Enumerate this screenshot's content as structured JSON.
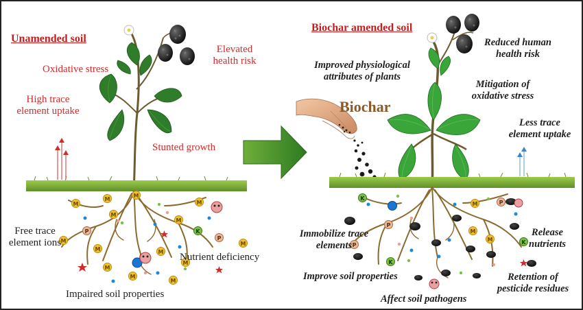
{
  "left_panel": {
    "title": "Unamended soil",
    "oxidative": "Oxidative stress",
    "health_1": "Elevated",
    "health_2": "health risk",
    "uptake_1": "High trace",
    "uptake_2": "element  uptake",
    "stunted": "Stunted growth",
    "free_ions_1": "Free trace",
    "free_ions_2": "element ions",
    "nutrient": "Nutrient deficiency",
    "impaired": "Impaired soil properties"
  },
  "right_panel": {
    "title": "Biochar amended soil",
    "biochar": "Biochar",
    "physio_1": "Improved physiological",
    "physio_2": "attributes of plants",
    "health_1": "Reduced human",
    "health_2": "health risk",
    "mitig_1": "Mitigation of",
    "mitig_2": "oxidative stress",
    "less_1": "Less trace",
    "less_2": "element  uptake",
    "immob_1": "Immobilize trace",
    "immob_2": "elements",
    "release_1": "Release",
    "release_2": "nutrients",
    "improve": "Improve soil properties",
    "retention_1": "Retention of",
    "retention_2": "pesticide residues",
    "pathogens": "Affect soil pathogens"
  },
  "symbols": {
    "metal_ion": "M",
    "potassium": "K",
    "phosphorus": "P"
  },
  "colors": {
    "red_text": "#d42a2a",
    "heading_red": "#c41e1e",
    "biochar_brown": "#8a5a2a",
    "leaf_green": "#2f7d2a",
    "bright_leaf": "#3aa63a",
    "arrow_green": "#2e7a22",
    "root_brown": "#8b6a2e",
    "grass": "#7fb23a",
    "metal_yellow": "#f2c12e",
    "nutrient_blue": "#1e88d8",
    "potassium_green": "#7bc043",
    "biochar_black": "#1a1a1a"
  }
}
